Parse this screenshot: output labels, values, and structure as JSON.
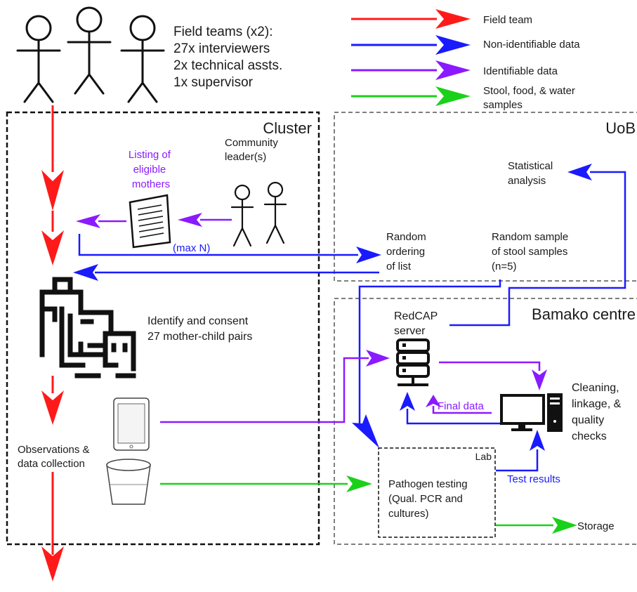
{
  "header": {
    "team_lines": [
      "Field teams (x2):",
      "27x interviewers",
      "2x technical assts.",
      "1x supervisor"
    ]
  },
  "legend": [
    {
      "label_lines": [
        "Field team"
      ],
      "color": "#ff1a1a"
    },
    {
      "label_lines": [
        "Non-identifiable data"
      ],
      "color": "#1a1aff"
    },
    {
      "label_lines": [
        "Identifiable data"
      ],
      "color": "#8a1aff"
    },
    {
      "label_lines": [
        "Stool, food, & water",
        "samples"
      ],
      "color": "#1ad11a"
    }
  ],
  "colors": {
    "field_team": "#ff1a1a",
    "non_identifiable": "#1a1aff",
    "identifiable": "#8a1aff",
    "samples": "#1ad11a"
  },
  "regions": {
    "cluster": "Cluster",
    "uob": "UoB",
    "bamako": "Bamako centre",
    "lab": "Lab"
  },
  "cluster": {
    "community_leader_lines": [
      "Community",
      "leader(s)"
    ],
    "listing_lines": [
      "Listing of",
      "eligible",
      "mothers"
    ],
    "max_n": "(max N)",
    "identify_lines": [
      "Identify and consent",
      "27 mother-child pairs"
    ],
    "observations_lines": [
      "Observations &",
      "data collection"
    ]
  },
  "uob": {
    "statistical_lines": [
      "Statistical",
      "analysis"
    ],
    "random_ordering_lines": [
      "Random",
      "ordering",
      "of list"
    ],
    "random_sample_lines": [
      "Random sample",
      "of stool samples",
      "(n=5)"
    ]
  },
  "bamako": {
    "redcap_lines": [
      "RedCAP",
      "server"
    ],
    "cleaning_lines": [
      "Cleaning,",
      "linkage, &",
      "quality",
      "checks"
    ],
    "final_data": "Final data",
    "test_results": "Test results",
    "pathogen_lines": [
      "Pathogen testing",
      "(Qual. PCR and",
      "cultures)"
    ],
    "storage": "Storage"
  },
  "icons": [
    "stick-figure-icon",
    "document-icon",
    "village-icon",
    "tablet-icon",
    "bucket-icon",
    "server-icon",
    "computer-icon"
  ]
}
